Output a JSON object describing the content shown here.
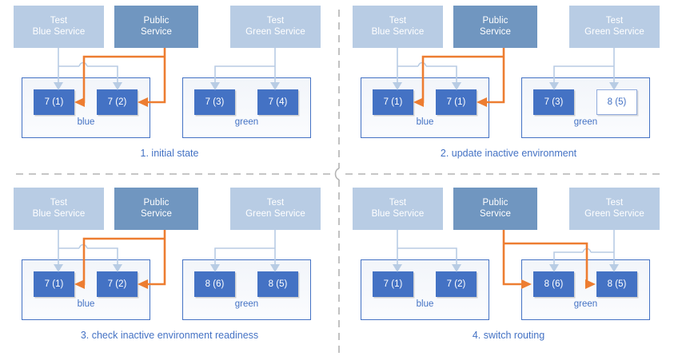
{
  "diagram": {
    "title_present": false,
    "colors": {
      "service_light": "#b8cce4",
      "service_dark": "#7096c0",
      "instance_fill": "#4472c4",
      "instance_text": "#ffffff",
      "env_border": "#4472c4",
      "caption": "#4472c4",
      "wire_light": "#b8cce4",
      "wire_orange": "#ed7d31",
      "separator": "#b3b3b3"
    },
    "panels": [
      {
        "id": "panel-1",
        "caption": "1. initial state",
        "services": [
          {
            "id": "test-blue-service",
            "line1": "Test",
            "line2": "Blue Service",
            "style": "light"
          },
          {
            "id": "public-service",
            "line1": "Public",
            "line2": "Service",
            "style": "dark"
          },
          {
            "id": "test-green-service",
            "line1": "Test",
            "line2": "Green Service",
            "style": "light"
          }
        ],
        "environments": [
          {
            "id": "blue",
            "label": "blue",
            "instances": [
              {
                "id": "blue-a",
                "label": "7 (1)",
                "style": "filled"
              },
              {
                "id": "blue-b",
                "label": "7 (2)",
                "style": "filled"
              }
            ]
          },
          {
            "id": "green",
            "label": "green",
            "instances": [
              {
                "id": "green-a",
                "label": "7 (3)",
                "style": "filled"
              },
              {
                "id": "green-b",
                "label": "7 (4)",
                "style": "filled"
              }
            ]
          }
        ],
        "public_routes_to": "blue"
      },
      {
        "id": "panel-2",
        "caption": "2. update inactive environment",
        "services": [
          {
            "id": "test-blue-service",
            "line1": "Test",
            "line2": "Blue Service",
            "style": "light"
          },
          {
            "id": "public-service",
            "line1": "Public",
            "line2": "Service",
            "style": "dark"
          },
          {
            "id": "test-green-service",
            "line1": "Test",
            "line2": "Green Service",
            "style": "light"
          }
        ],
        "environments": [
          {
            "id": "blue",
            "label": "blue",
            "instances": [
              {
                "id": "blue-a",
                "label": "7 (1)",
                "style": "filled"
              },
              {
                "id": "blue-b",
                "label": "7 (1)",
                "style": "filled"
              }
            ]
          },
          {
            "id": "green",
            "label": "green",
            "instances": [
              {
                "id": "green-a",
                "label": "7 (3)",
                "style": "filled"
              },
              {
                "id": "green-b",
                "label": "8 (5)",
                "style": "outline"
              }
            ]
          }
        ],
        "public_routes_to": "blue"
      },
      {
        "id": "panel-3",
        "caption": "3. check inactive environment readiness",
        "services": [
          {
            "id": "test-blue-service",
            "line1": "Test",
            "line2": "Blue Service",
            "style": "light"
          },
          {
            "id": "public-service",
            "line1": "Public",
            "line2": "Service",
            "style": "dark"
          },
          {
            "id": "test-green-service",
            "line1": "Test",
            "line2": "Green Service",
            "style": "light"
          }
        ],
        "environments": [
          {
            "id": "blue",
            "label": "blue",
            "instances": [
              {
                "id": "blue-a",
                "label": "7 (1)",
                "style": "filled"
              },
              {
                "id": "blue-b",
                "label": "7 (2)",
                "style": "filled"
              }
            ]
          },
          {
            "id": "green",
            "label": "green",
            "instances": [
              {
                "id": "green-a",
                "label": "8 (6)",
                "style": "filled"
              },
              {
                "id": "green-b",
                "label": "8 (5)",
                "style": "filled"
              }
            ]
          }
        ],
        "public_routes_to": "blue"
      },
      {
        "id": "panel-4",
        "caption": "4. switch routing",
        "services": [
          {
            "id": "test-blue-service",
            "line1": "Test",
            "line2": "Blue Service",
            "style": "light"
          },
          {
            "id": "public-service",
            "line1": "Public",
            "line2": "Service",
            "style": "dark"
          },
          {
            "id": "test-green-service",
            "line1": "Test",
            "line2": "Green Service",
            "style": "light"
          }
        ],
        "environments": [
          {
            "id": "blue",
            "label": "blue",
            "instances": [
              {
                "id": "blue-a",
                "label": "7 (1)",
                "style": "filled"
              },
              {
                "id": "blue-b",
                "label": "7 (2)",
                "style": "filled"
              }
            ]
          },
          {
            "id": "green",
            "label": "green",
            "instances": [
              {
                "id": "green-a",
                "label": "8 (6)",
                "style": "filled"
              },
              {
                "id": "green-b",
                "label": "8 (5)",
                "style": "filled"
              }
            ]
          }
        ],
        "public_routes_to": "green"
      }
    ]
  }
}
